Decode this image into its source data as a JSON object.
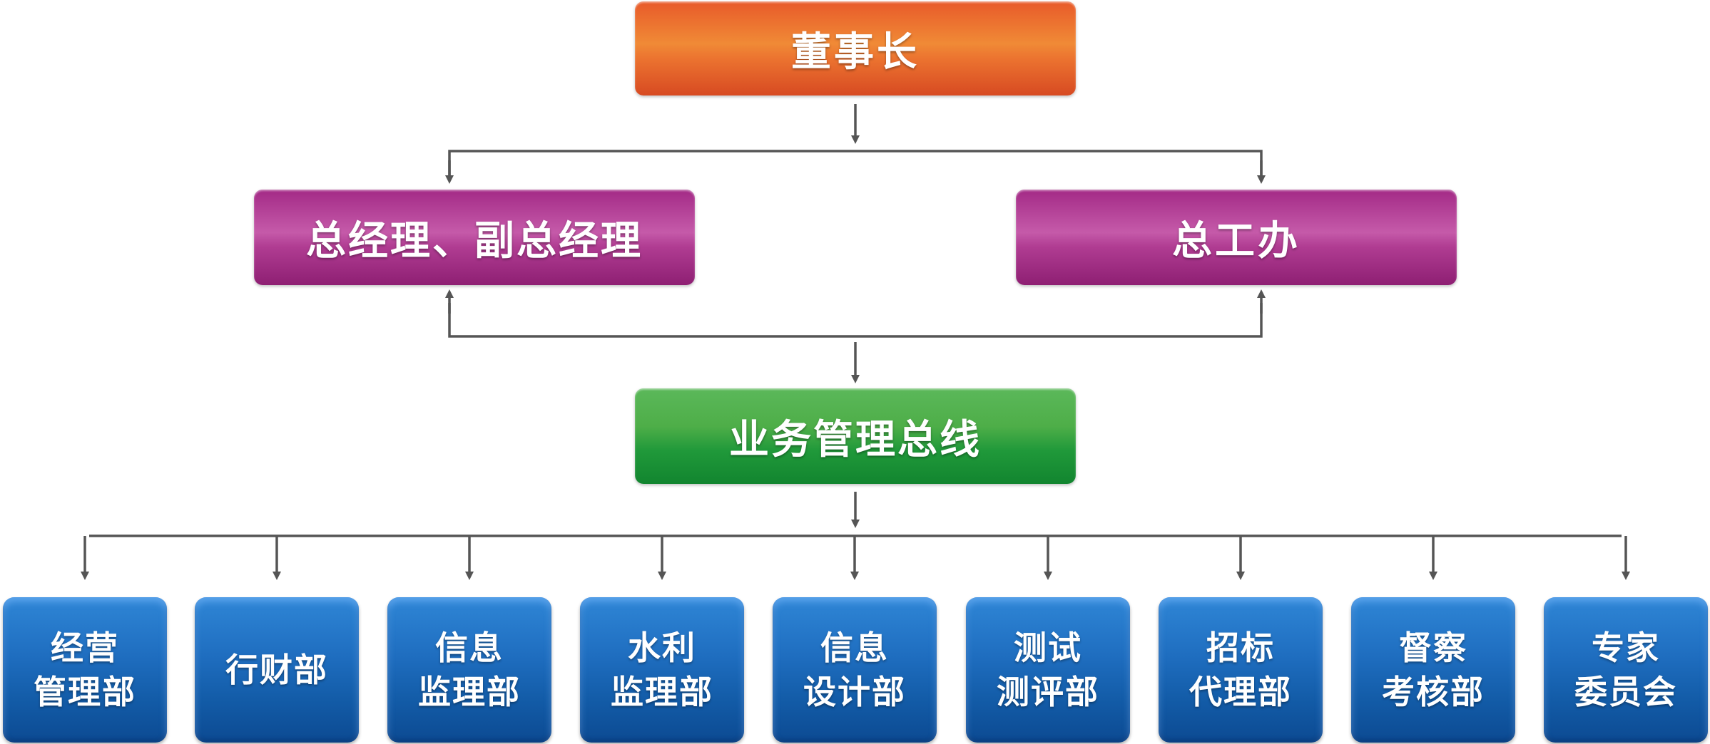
{
  "nodes": {
    "chairman": "董事长",
    "general_manager": "总经理、副总经理",
    "chief_engineer_office": "总工办",
    "business_bus": "业务管理总线"
  },
  "departments": [
    "经营\n管理部",
    "行财部",
    "信息\n监理部",
    "水利\n监理部",
    "信息\n设计部",
    "测试\n测评部",
    "招标\n代理部",
    "督察\n考核部",
    "专家\n委员会"
  ],
  "colors": {
    "chairman": "#ec7430",
    "management": "#b03c92",
    "bus": "#3aa845",
    "department": "#1f6ec0",
    "connector": "#555555"
  }
}
